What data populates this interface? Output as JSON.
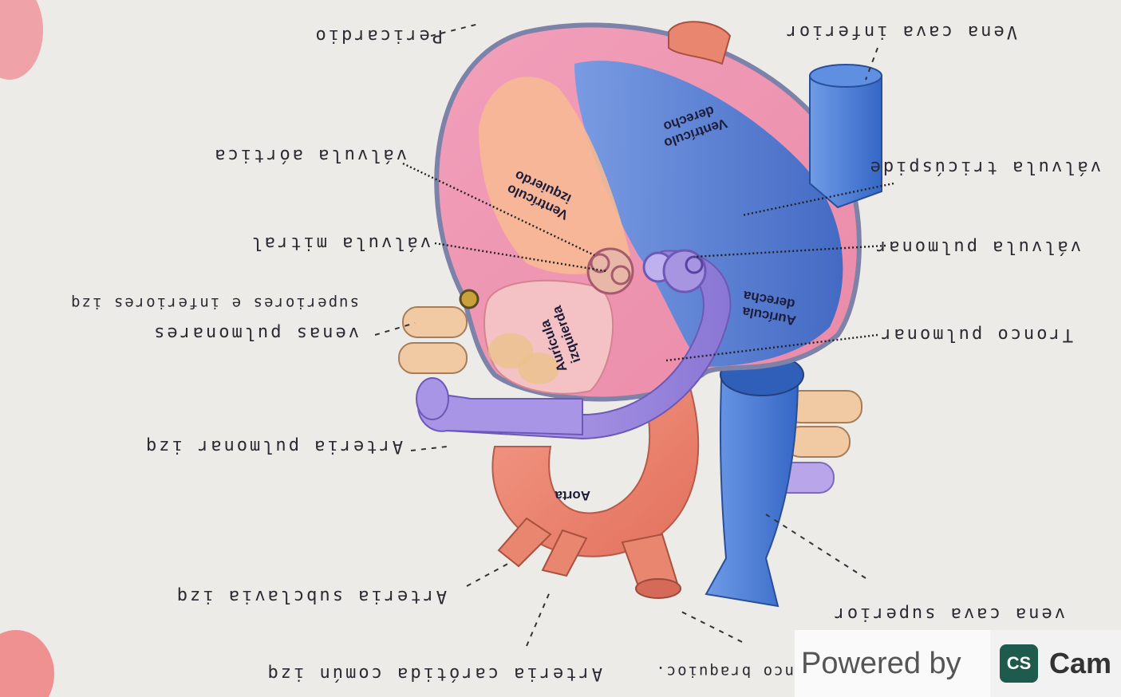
{
  "labels": {
    "pericardio": "Pericardio",
    "vena_cava_inferior": "Vena cava inferior",
    "valvula_aortica": "válvula aórtica",
    "valvula_tricuspide": "válvula tricúspide",
    "valvula_mitral": "válvula mitral",
    "valvula_pulmonar": "válvula pulmonar",
    "venas_pulmonares": "venas pulmonares",
    "venas_pulmonares_sub": "superiores e inferiores izq",
    "tronco_pulmonar": "Tronco pulmonar",
    "arteria_pulmonar": "Arteria pulmonar izq",
    "arteria_subclavia": "Arteria subclavia izq",
    "vena_cava_superior": "vena cava superior",
    "arteria_carotida": "Arteria carótida común izq",
    "tronco_braquio": "nco braquioc."
  },
  "inner_labels": {
    "ventriculo_derecho_1": "Ventrículo",
    "ventriculo_derecho_2": "derecho",
    "ventriculo_izquierdo_1": "Ventrículo",
    "ventriculo_izquierdo_2": "izquierdo",
    "auricula_derecha_1": "Aurícula",
    "auricula_derecha_2": "derecha",
    "auricula_izquierda_1": "Aurícula",
    "auricula_izquierda_2": "izquierda",
    "aorta": "Aorta"
  },
  "watermark": {
    "powered_by": "Powered by",
    "badge": "CS",
    "brand": "Cam"
  },
  "colors": {
    "paper": "#ecebe7",
    "pericardium": "#8c93b6",
    "heart_pink": "#ef9ab4",
    "vein_blue": "#4d7fd6",
    "artery_red": "#ee8470",
    "pulmonary_purple": "#9d8ade",
    "muscle_peach": "#f2b48f"
  }
}
